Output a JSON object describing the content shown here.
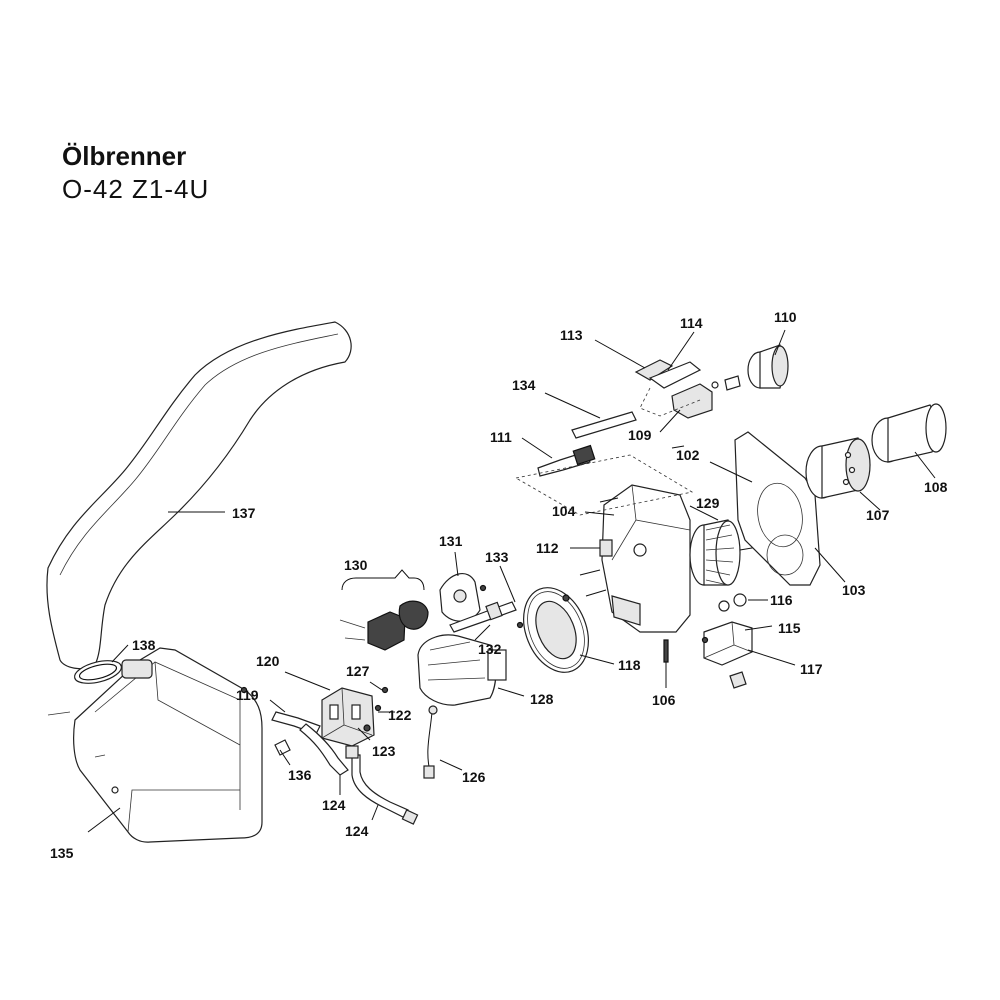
{
  "title": {
    "line1": "Ölbrenner",
    "line2": "O-42 Z1-4U"
  },
  "callouts": [
    "137",
    "138",
    "135",
    "120",
    "119",
    "136",
    "124",
    "124",
    "123",
    "122",
    "127",
    "126",
    "130",
    "131",
    "133",
    "132",
    "128",
    "118",
    "113",
    "114",
    "110",
    "134",
    "109",
    "111",
    "102",
    "104",
    "129",
    "112",
    "108",
    "107",
    "103",
    "116",
    "115",
    "117",
    "106"
  ]
}
